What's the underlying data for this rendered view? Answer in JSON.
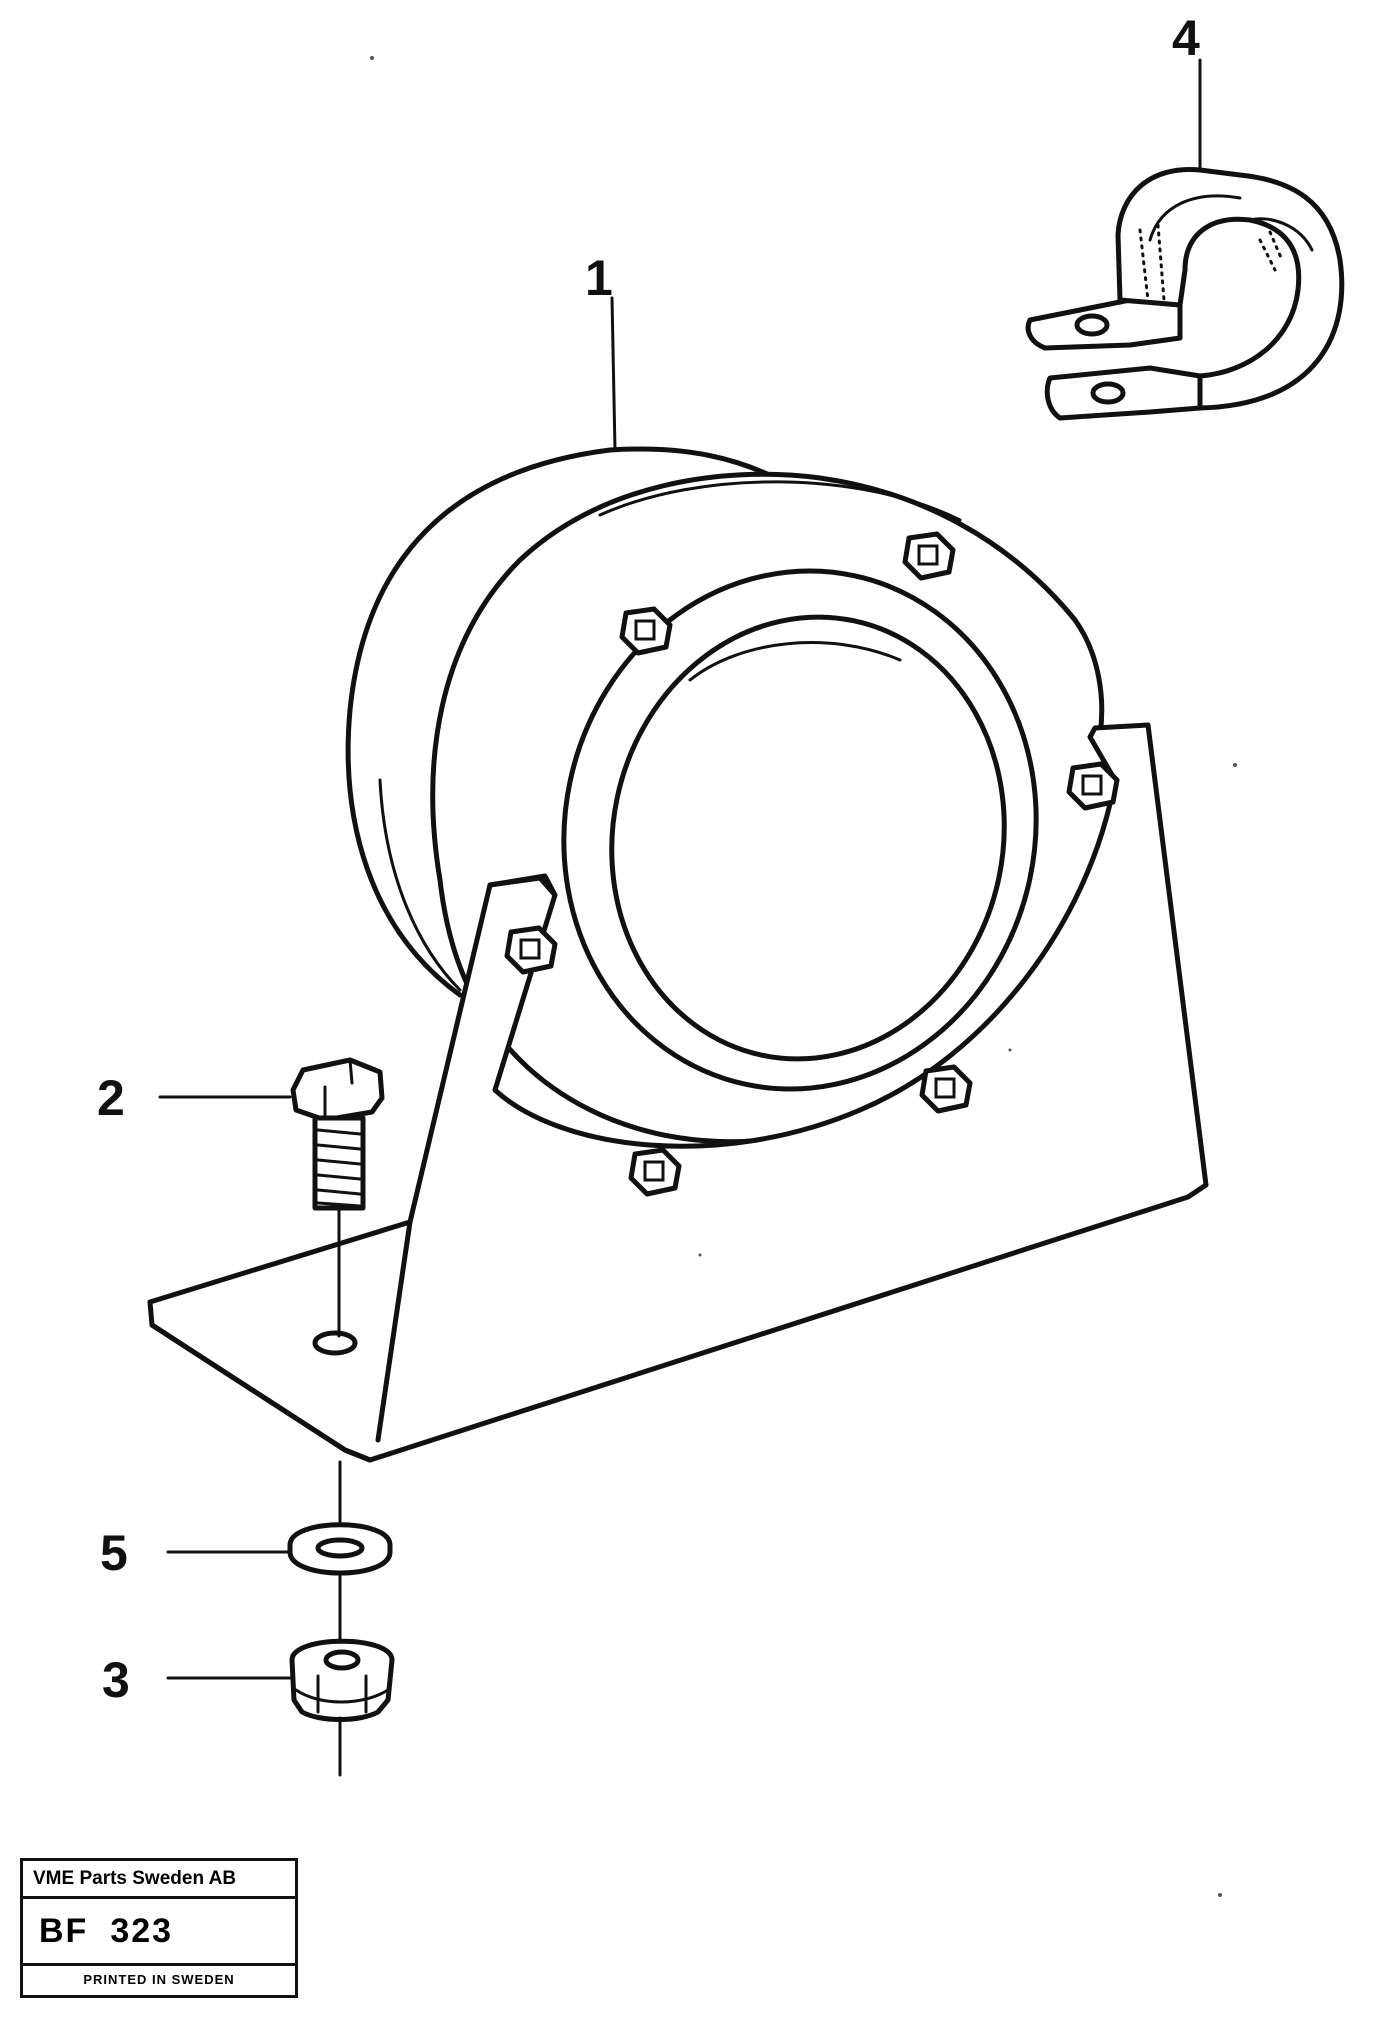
{
  "callouts": [
    {
      "id": "bearing",
      "number": "1"
    },
    {
      "id": "bolt",
      "number": "2"
    },
    {
      "id": "nut",
      "number": "3"
    },
    {
      "id": "clamp",
      "number": "4"
    },
    {
      "id": "washer",
      "number": "5"
    }
  ],
  "title_block": {
    "company": "VME Parts Sweden AB",
    "code_prefix": "BF",
    "code_number": "323",
    "printed": "PRINTED IN SWEDEN"
  }
}
